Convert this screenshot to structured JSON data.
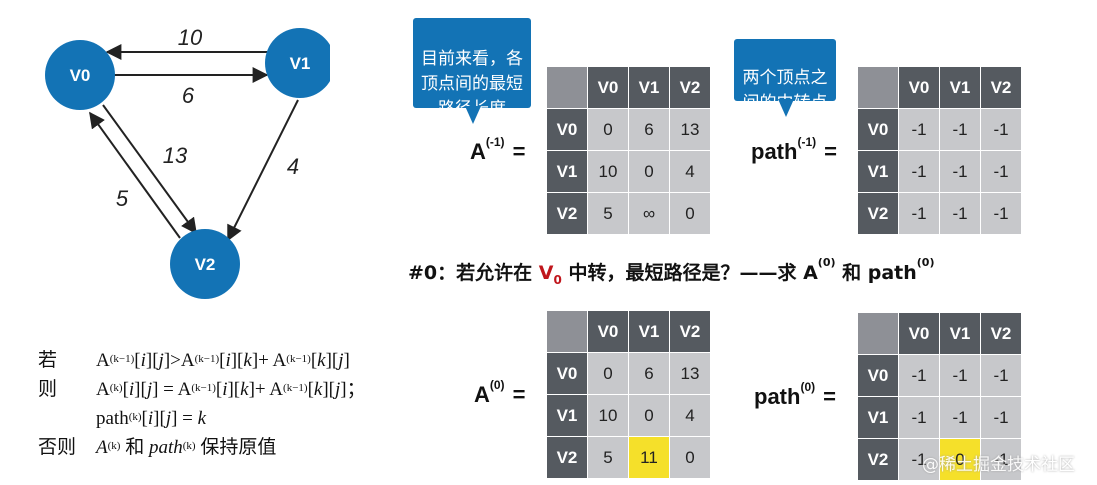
{
  "graph": {
    "nodes": [
      "V0",
      "V1",
      "V2"
    ],
    "edges": [
      {
        "from": "V1",
        "to": "V0",
        "weight": "10"
      },
      {
        "from": "V0",
        "to": "V1",
        "weight": "6"
      },
      {
        "from": "V0",
        "to": "V2",
        "weight": "13"
      },
      {
        "from": "V2",
        "to": "V0",
        "weight": "5"
      },
      {
        "from": "V1",
        "to": "V2",
        "weight": "4"
      }
    ]
  },
  "callouts": {
    "dist": "目前来看，各\n顶点间的最短\n路径长度",
    "path": "两个顶点之\n间的中转点"
  },
  "labels": {
    "A": "A",
    "path": "path",
    "sup_prev": "(-1)",
    "sup_0": "(0)",
    "eq": "="
  },
  "matrix_headers": [
    "V0",
    "V1",
    "V2"
  ],
  "matrices": {
    "A_prev": [
      [
        "0",
        "6",
        "13"
      ],
      [
        "10",
        "0",
        "4"
      ],
      [
        "5",
        "∞",
        "0"
      ]
    ],
    "path_prev": [
      [
        "-1",
        "-1",
        "-1"
      ],
      [
        "-1",
        "-1",
        "-1"
      ],
      [
        "-1",
        "-1",
        "-1"
      ]
    ],
    "A_0": [
      [
        "0",
        "6",
        "13"
      ],
      [
        "10",
        "0",
        "4"
      ],
      [
        "5",
        "11",
        "0"
      ]
    ],
    "path_0": [
      [
        "-1",
        "-1",
        "-1"
      ],
      [
        "-1",
        "-1",
        "-1"
      ],
      [
        "-1",
        "0",
        "-1"
      ]
    ]
  },
  "caption": {
    "prefix": "#0：若允许在 ",
    "v": "V",
    "v_sub": "0",
    "middle": " 中转，最短路径是？——求 ",
    "a": "A",
    "sup": "(0)",
    "and": " 和 ",
    "path": "path"
  },
  "rule": {
    "if_kw": "若",
    "then_kw": "则",
    "else_kw": "否则",
    "sup_prev": "(k−1)",
    "sup_k": "(k)",
    "else_text": "保持原值",
    "and_text": "和"
  },
  "watermark": "@稀土掘金技术社区",
  "colors": {
    "node": "#1373b5",
    "header": "#555a60",
    "cell": "#c7c8cb",
    "highlight": "#f5e02a",
    "red": "#c0161c"
  }
}
